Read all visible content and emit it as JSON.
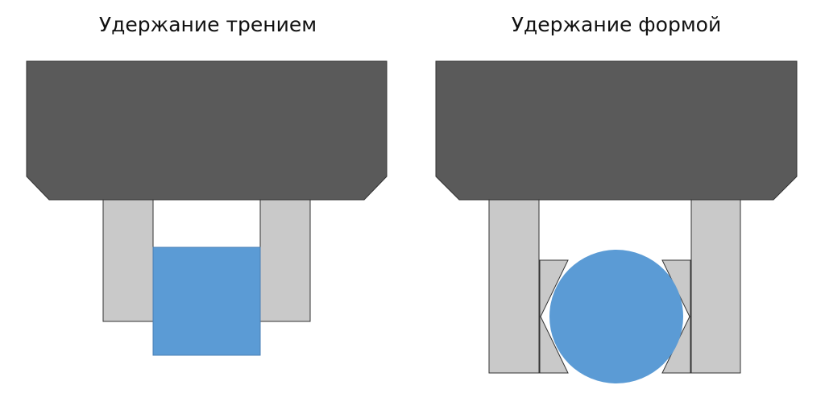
{
  "diagrams": [
    {
      "title": "Удержание трением",
      "description": "Friction grip: two parallel fingers clamp a square object",
      "parts": [
        "gripper-body",
        "left-finger",
        "right-finger",
        "square-object"
      ]
    },
    {
      "title": "Удержание формой",
      "description": "Form-fit grip: V-shaped jaws on fingers hold a round object",
      "parts": [
        "gripper-body",
        "left-finger",
        "left-v-jaw",
        "right-finger",
        "right-v-jaw",
        "round-object"
      ]
    }
  ],
  "colors": {
    "body": "#5a5a5a",
    "finger": "#c9c9c9",
    "object": "#5b9bd5",
    "outline": "#333333"
  }
}
